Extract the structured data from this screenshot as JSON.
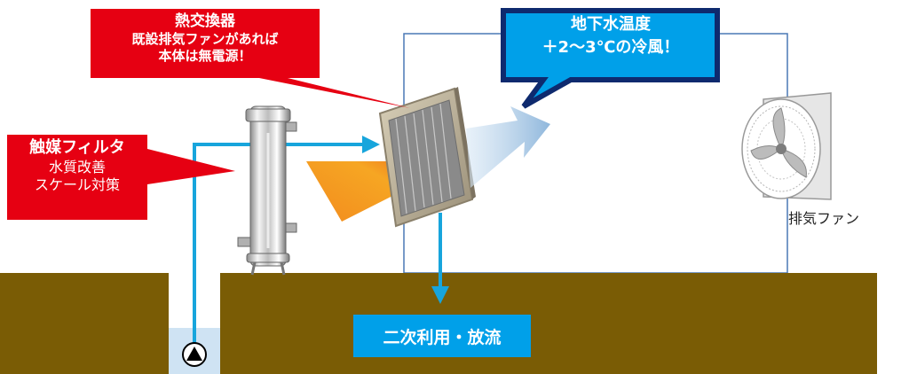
{
  "heat_exchanger_callout": {
    "title": "熱交換器",
    "line1": "既設排気ファンがあれば",
    "line2": "本体は無電源！"
  },
  "groundwater_callout": {
    "line1": "地下水温度",
    "line2": "＋2～3℃の冷風！"
  },
  "filter_callout": {
    "title": "触媒フィルタ",
    "line1": "水質改善",
    "line2": "スケール対策"
  },
  "fan": {
    "label": "排気ファン"
  },
  "discharge": {
    "label": "二次利用・放流"
  },
  "colors": {
    "callout_red": "#e60012",
    "callout_navy": "#0e2a6e",
    "callout_cyan": "#00a0e9",
    "water_pipe": "#17a5dc",
    "ground": "#7a5c05",
    "warm_air": "#f5a623",
    "cool_air": "#9cc3e6",
    "room_outline": "#4a78b5"
  },
  "icons": [
    "pump-icon",
    "fan-icon",
    "heat-exchanger-icon",
    "filter-housing-icon"
  ]
}
